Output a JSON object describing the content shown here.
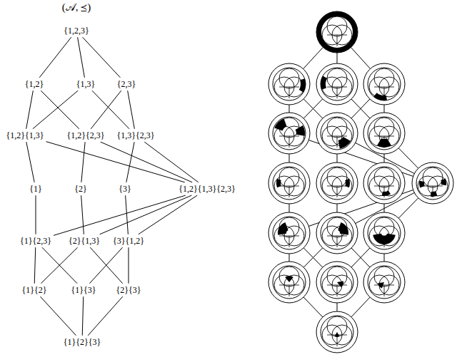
{
  "diagram": {
    "title": "(𝒜, ⪯)",
    "nodes": [
      {
        "text": [
          "{1,2,3}"
        ]
      },
      {
        "text": [
          "{1,2}"
        ]
      },
      {
        "text": [
          "{1,3}"
        ]
      },
      {
        "text": [
          "{2,3}"
        ]
      },
      {
        "text": [
          "{1,2}{1,3}"
        ]
      },
      {
        "text": [
          "{1,2}{2,3}"
        ]
      },
      {
        "text": [
          "{1,3}{2,3}"
        ]
      },
      {
        "text": [
          "{1}"
        ]
      },
      {
        "text": [
          "{2}"
        ]
      },
      {
        "text": [
          "{3}"
        ]
      },
      {
        "text": [
          "{1,2}{1,3}{2,3}"
        ]
      },
      {
        "text": [
          "{1}{2,3}"
        ]
      },
      {
        "text": [
          "{2}{1,3}"
        ]
      },
      {
        "text": [
          "{3}{1,2}"
        ]
      },
      {
        "text": [
          "{1}{2}"
        ]
      },
      {
        "text": [
          "{1}{3}"
        ]
      },
      {
        "text": [
          "{2}{3}"
        ]
      },
      {
        "text": [
          "{1}{2}{3}"
        ]
      }
    ],
    "edges": [
      {
        "from": 0,
        "to": 1,
        "arrow": "none"
      },
      {
        "from": 0,
        "to": 2,
        "arrow": "none"
      },
      {
        "from": 0,
        "to": 3,
        "arrow": "none"
      },
      {
        "from": 1,
        "to": 4,
        "arrow": "none"
      },
      {
        "from": 1,
        "to": 5,
        "arrow": "none"
      },
      {
        "from": 2,
        "to": 4,
        "arrow": "none"
      },
      {
        "from": 2,
        "to": 6,
        "arrow": "none"
      },
      {
        "from": 3,
        "to": 5,
        "arrow": "none"
      },
      {
        "from": 3,
        "to": 6,
        "arrow": "none"
      },
      {
        "from": 4,
        "to": 7,
        "arrow": "none"
      },
      {
        "from": 5,
        "to": 8,
        "arrow": "none"
      },
      {
        "from": 6,
        "to": 9,
        "arrow": "none"
      },
      {
        "from": 4,
        "to": 10,
        "arrow": "none"
      },
      {
        "from": 5,
        "to": 10,
        "arrow": "none"
      },
      {
        "from": 6,
        "to": 10,
        "arrow": "none"
      },
      {
        "from": 7,
        "to": 11,
        "arrow": "none"
      },
      {
        "from": 8,
        "to": 12,
        "arrow": "none"
      },
      {
        "from": 9,
        "to": 13,
        "arrow": "none"
      },
      {
        "from": 10,
        "to": 11,
        "arrow": "none"
      },
      {
        "from": 10,
        "to": 12,
        "arrow": "none"
      },
      {
        "from": 10,
        "to": 13,
        "arrow": "none"
      },
      {
        "from": 11,
        "to": 14,
        "arrow": "none"
      },
      {
        "from": 11,
        "to": 15,
        "arrow": "none"
      },
      {
        "from": 12,
        "to": 14,
        "arrow": "none"
      },
      {
        "from": 12,
        "to": 16,
        "arrow": "none"
      },
      {
        "from": 13,
        "to": 15,
        "arrow": "none"
      },
      {
        "from": 13,
        "to": 16,
        "arrow": "none"
      },
      {
        "from": 14,
        "to": 17,
        "arrow": "none"
      },
      {
        "from": 15,
        "to": 17,
        "arrow": "none"
      },
      {
        "from": 16,
        "to": 17,
        "arrow": "none"
      }
    ]
  }
}
